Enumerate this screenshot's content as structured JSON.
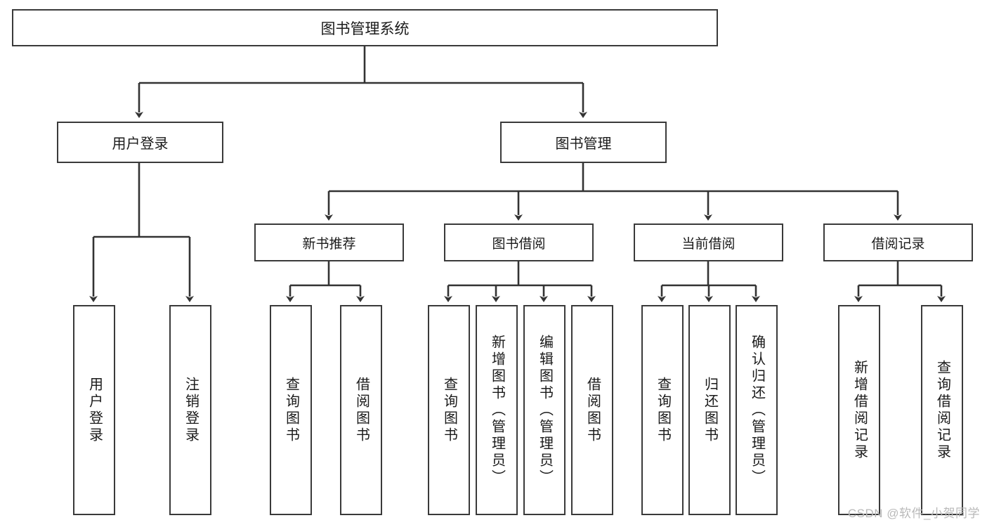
{
  "diagram": {
    "title": "图书管理系统",
    "type": "tree-hierarchy-chart",
    "colors": {
      "box_border": "#3a3a3a",
      "box_fill": "#ffffff",
      "connector": "#333333",
      "text": "#1a1a1a",
      "watermark": "#b9b9b9"
    },
    "root": {
      "label": "图书管理系统"
    },
    "level2": [
      {
        "label": "用户登录"
      },
      {
        "label": "图书管理"
      }
    ],
    "level3": [
      {
        "label": "新书推荐"
      },
      {
        "label": "图书借阅"
      },
      {
        "label": "当前借阅"
      },
      {
        "label": "借阅记录"
      }
    ],
    "leaves": {
      "user_login": [
        {
          "label": "用户登录"
        },
        {
          "label": "注销登录"
        }
      ],
      "new_book_recommend": [
        {
          "label": "查询图书"
        },
        {
          "label": "借阅图书"
        }
      ],
      "book_borrow": [
        {
          "label": "查询图书"
        },
        {
          "label": "新增图书（管理员）"
        },
        {
          "label": "编辑图书（管理员）"
        },
        {
          "label": "借阅图书"
        }
      ],
      "current_borrow": [
        {
          "label": "查询图书"
        },
        {
          "label": "归还图书"
        },
        {
          "label": "确认归还（管理员）"
        }
      ],
      "borrow_records": [
        {
          "label": "新增借阅记录"
        },
        {
          "label": "查询借阅记录"
        }
      ]
    }
  },
  "watermark": {
    "text": "CSDN @软件_小贺同学"
  }
}
